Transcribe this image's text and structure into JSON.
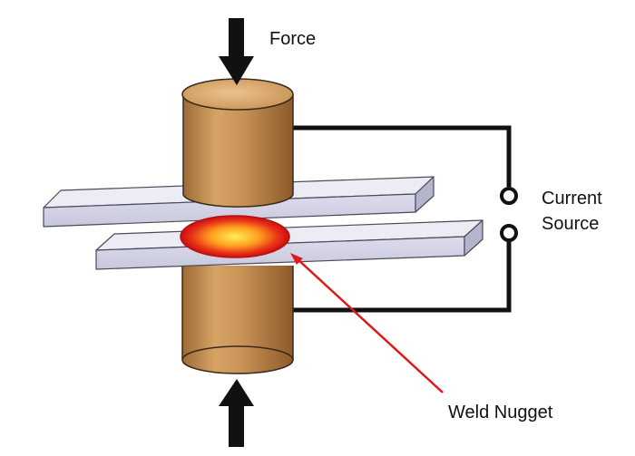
{
  "labels": {
    "force": "Force",
    "current_line1": "Current",
    "current_line2": "Source",
    "weld_nugget": "Weld Nugget"
  },
  "colors": {
    "electrode_dark": "#8a5a2b",
    "electrode_light": "#d9a86a",
    "electrode_top": "#e2b47a",
    "plate_face": "#d4d4e6",
    "plate_top": "#ececf4",
    "plate_edge": "#b0b0c8",
    "nugget_outer": "#d8141a",
    "nugget_inner": "#ffe030",
    "arrow": "#111111",
    "leader_line": "#e01818",
    "wire": "#111111"
  },
  "icons": {
    "top_arrow": "arrow-down-icon",
    "bottom_arrow": "arrow-up-icon"
  }
}
